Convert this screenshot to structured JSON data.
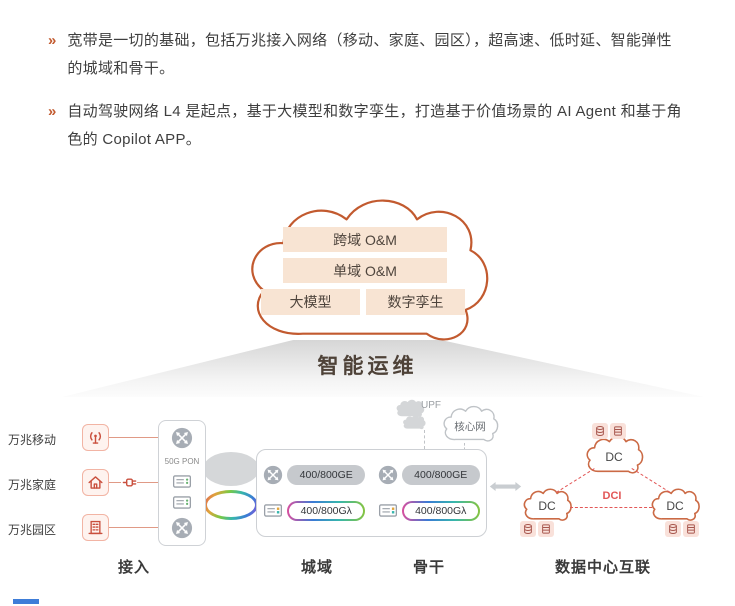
{
  "bullets": [
    {
      "marker": "»",
      "text": "宽带是一切的基础，包括万兆接入网络（移动、家庭、园区），超高速、低时延、智能弹性的城域和骨干。"
    },
    {
      "marker": "»",
      "text": "自动驾驶网络 L4 是起点，基于大模型和数字孪生，打造基于价值场景的 AI Agent 和基于角色的 Copilot APP。"
    }
  ],
  "om_cloud": {
    "cross_domain_om": "跨域 O&M",
    "single_domain_om": "单域 O&M",
    "large_model": "大模型",
    "digital_twin": "数字孪生"
  },
  "funnel": {
    "title": "智能运维"
  },
  "access": {
    "endpoints": [
      {
        "label": "万兆移动",
        "icon": "antenna-icon"
      },
      {
        "label": "万兆家庭",
        "icon": "house-icon"
      },
      {
        "label": "万兆园区",
        "icon": "building-icon"
      }
    ],
    "node_text": "50G PON",
    "section_label": "接入"
  },
  "core": {
    "upf_label": "UPF",
    "core_cloud_label": "核心网"
  },
  "transport": {
    "ge_pill": "400/800GE",
    "lambda_pill": "400/800Gλ",
    "metro_label": "城域",
    "backbone_label": "骨干"
  },
  "dc": {
    "top_cloud": "DC",
    "left_cloud": "DC",
    "right_cloud": "DC",
    "dci_label": "DCI",
    "section_label": "数据中心互联"
  },
  "icons": {
    "endpoint_icons": [
      "antenna-icon",
      "house-icon",
      "building-icon"
    ],
    "network_node_icon": "router-icon",
    "transport_device_icon": "otn-device-icon",
    "connector_icon": "plug-icon",
    "dc_icons": [
      "database-icon",
      "server-icon"
    ],
    "arrow_icon": "double-arrow-icon"
  },
  "colors": {
    "accent_orange": "#c25a2f",
    "peach_fill": "#f8e4d3",
    "link_salmon": "#e09a86",
    "dci_red": "#e25757",
    "icon_red": "#c94f3d",
    "gray_pill": "#c6c9cd",
    "text_dark": "#3f3f3f"
  }
}
